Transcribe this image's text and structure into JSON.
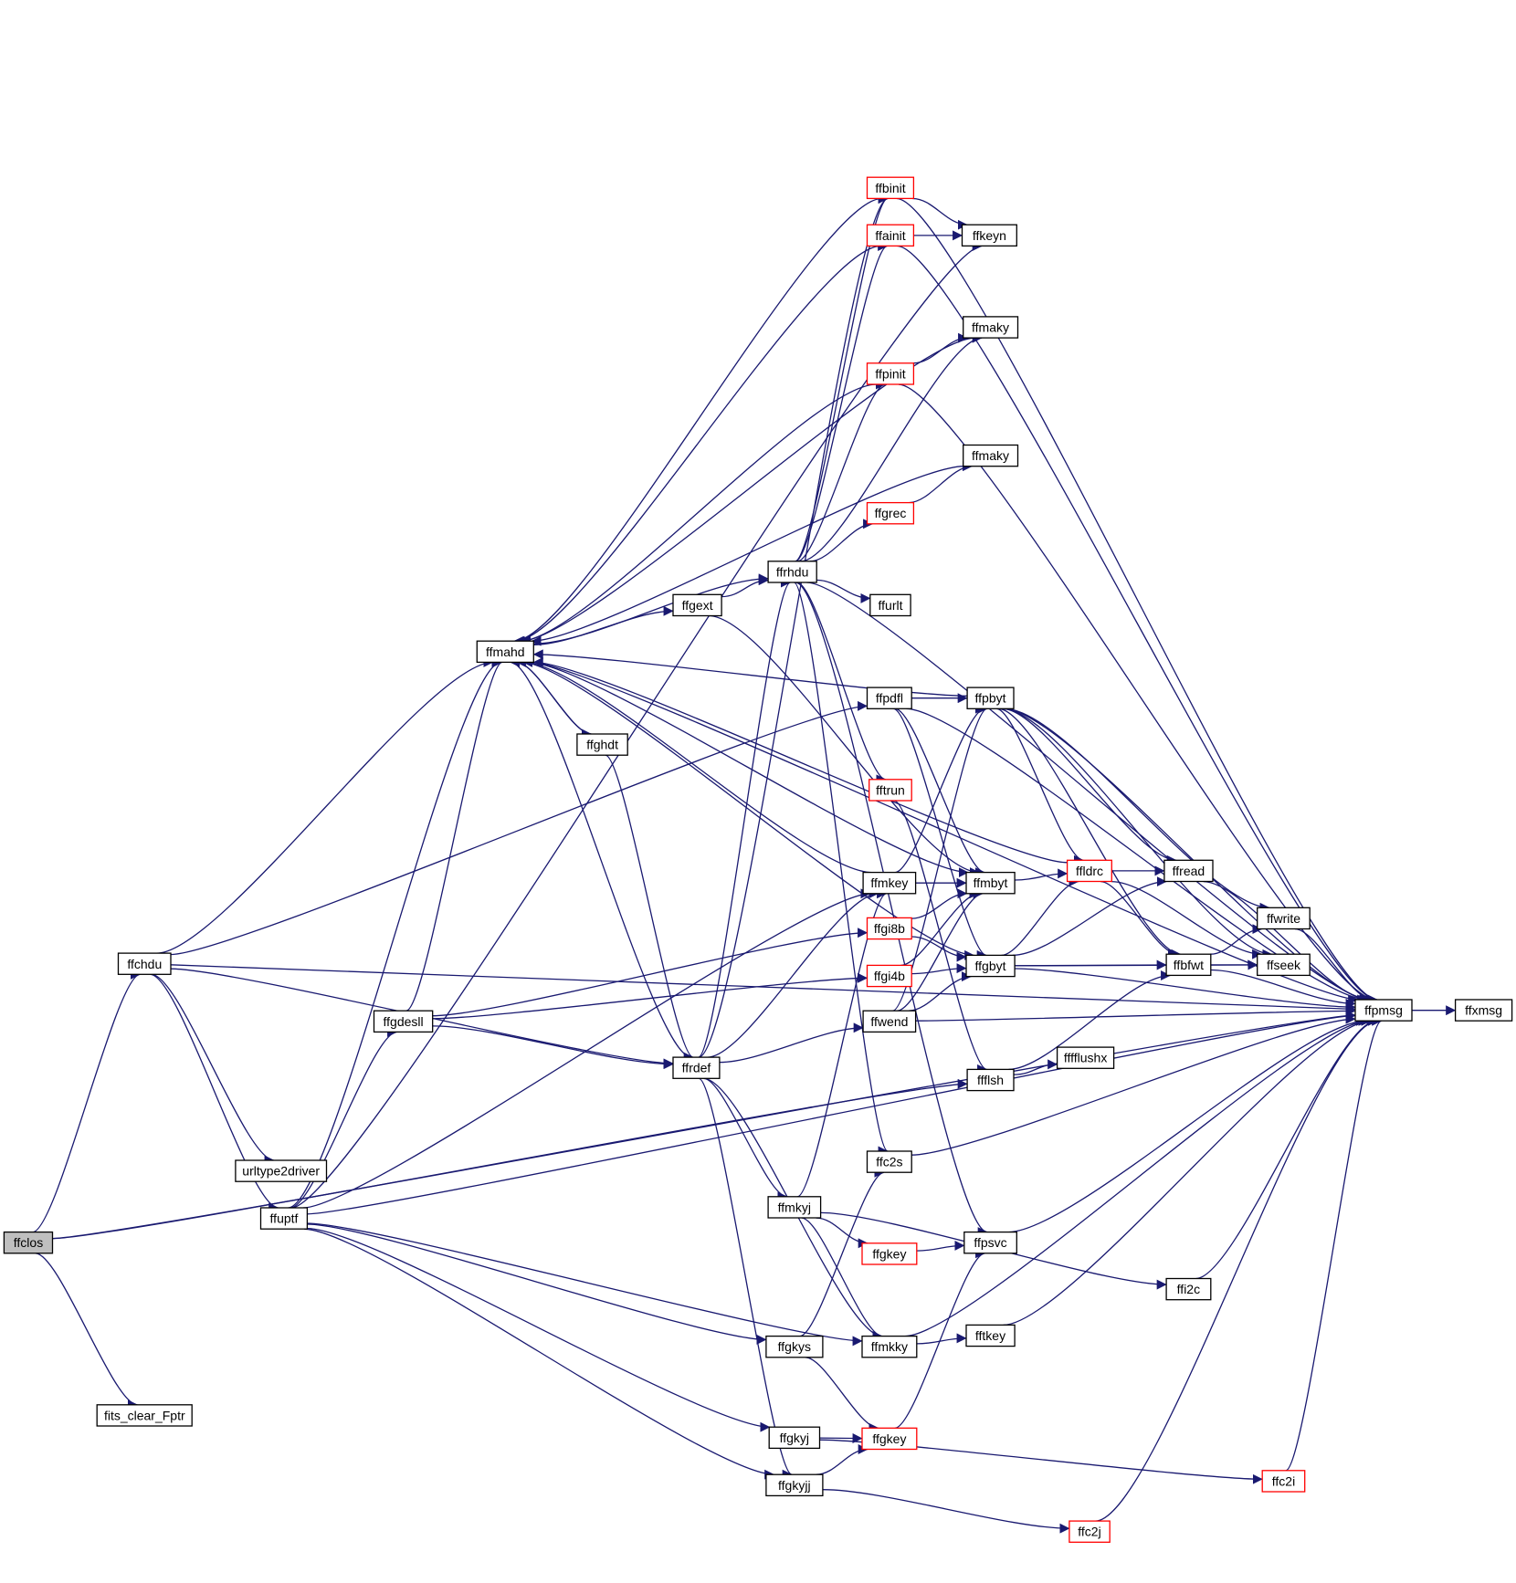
{
  "colors": {
    "edge": "#191970",
    "node_border": "#000000",
    "node_border_truncated": "#ff0000",
    "node_fill": "#ffffff",
    "root_fill": "#bfbfbf"
  },
  "graph": {
    "root": "ffclos",
    "nodes": [
      {
        "id": "ffclos",
        "label": "ffclos",
        "style": "root"
      },
      {
        "id": "ffchdu",
        "label": "ffchdu",
        "style": "normal"
      },
      {
        "id": "fits_clear_Fptr",
        "label": "fits_clear_Fptr",
        "style": "normal"
      },
      {
        "id": "ffflsh",
        "label": "ffflsh",
        "style": "normal"
      },
      {
        "id": "ffpmsg",
        "label": "ffpmsg",
        "style": "normal"
      },
      {
        "id": "ffxmsg",
        "label": "ffxmsg",
        "style": "normal"
      },
      {
        "id": "ffmahd",
        "label": "ffmahd",
        "style": "normal"
      },
      {
        "id": "urltype2driver",
        "label": "urltype2driver",
        "style": "normal"
      },
      {
        "id": "ffuptf",
        "label": "ffuptf",
        "style": "normal"
      },
      {
        "id": "ffgdesll",
        "label": "ffgdesll",
        "style": "normal"
      },
      {
        "id": "ffgext",
        "label": "ffgext",
        "style": "normal"
      },
      {
        "id": "ffghdt",
        "label": "ffghdt",
        "style": "normal"
      },
      {
        "id": "ffrdef",
        "label": "ffrdef",
        "style": "normal"
      },
      {
        "id": "ffrhdu",
        "label": "ffrhdu",
        "style": "normal"
      },
      {
        "id": "ffbinit",
        "label": "ffbinit",
        "style": "truncated"
      },
      {
        "id": "ffainit",
        "label": "ffainit",
        "style": "truncated"
      },
      {
        "id": "ffkeyn",
        "label": "ffkeyn",
        "style": "normal"
      },
      {
        "id": "ffmaky1",
        "label": "ffmaky",
        "style": "normal"
      },
      {
        "id": "ffpinit",
        "label": "ffpinit",
        "style": "truncated"
      },
      {
        "id": "ffmaky2",
        "label": "ffmaky",
        "style": "normal"
      },
      {
        "id": "ffgrec",
        "label": "ffgrec",
        "style": "truncated"
      },
      {
        "id": "ffurlt",
        "label": "ffurlt",
        "style": "normal"
      },
      {
        "id": "ffpdfl",
        "label": "ffpdfl",
        "style": "normal"
      },
      {
        "id": "ffpbyt",
        "label": "ffpbyt",
        "style": "normal"
      },
      {
        "id": "fftrun",
        "label": "fftrun",
        "style": "truncated"
      },
      {
        "id": "ffmkey",
        "label": "ffmkey",
        "style": "normal"
      },
      {
        "id": "ffmbyt",
        "label": "ffmbyt",
        "style": "normal"
      },
      {
        "id": "ffldrc",
        "label": "ffldrc",
        "style": "truncated"
      },
      {
        "id": "ffread",
        "label": "ffread",
        "style": "normal"
      },
      {
        "id": "ffwrite",
        "label": "ffwrite",
        "style": "normal"
      },
      {
        "id": "ffgi8b",
        "label": "ffgi8b",
        "style": "truncated"
      },
      {
        "id": "ffgi4b",
        "label": "ffgi4b",
        "style": "truncated"
      },
      {
        "id": "ffgbyt",
        "label": "ffgbyt",
        "style": "normal"
      },
      {
        "id": "ffbfwt",
        "label": "ffbfwt",
        "style": "normal"
      },
      {
        "id": "ffseek",
        "label": "ffseek",
        "style": "normal"
      },
      {
        "id": "ffwend",
        "label": "ffwend",
        "style": "normal"
      },
      {
        "id": "fffflushx",
        "label": "fffflushx",
        "style": "normal"
      },
      {
        "id": "ffc2s",
        "label": "ffc2s",
        "style": "normal"
      },
      {
        "id": "ffmkyj",
        "label": "ffmkyj",
        "style": "normal"
      },
      {
        "id": "ffgkey1",
        "label": "ffgkey",
        "style": "truncated"
      },
      {
        "id": "ffpsvc",
        "label": "ffpsvc",
        "style": "normal"
      },
      {
        "id": "ffi2c",
        "label": "ffi2c",
        "style": "normal"
      },
      {
        "id": "ffgkys",
        "label": "ffgkys",
        "style": "normal"
      },
      {
        "id": "ffmkky",
        "label": "ffmkky",
        "style": "normal"
      },
      {
        "id": "fftkey",
        "label": "fftkey",
        "style": "normal"
      },
      {
        "id": "ffgkyj",
        "label": "ffgkyj",
        "style": "normal"
      },
      {
        "id": "ffgkey2",
        "label": "ffgkey",
        "style": "truncated"
      },
      {
        "id": "ffgkyjj",
        "label": "ffgkyjj",
        "style": "normal"
      },
      {
        "id": "ffc2i",
        "label": "ffc2i",
        "style": "truncated"
      },
      {
        "id": "ffc2j",
        "label": "ffc2j",
        "style": "truncated"
      }
    ],
    "edges": [
      [
        "ffclos",
        "ffchdu"
      ],
      [
        "ffclos",
        "fits_clear_Fptr"
      ],
      [
        "ffclos",
        "ffflsh"
      ],
      [
        "ffclos",
        "ffpmsg"
      ],
      [
        "ffchdu",
        "ffmahd"
      ],
      [
        "ffchdu",
        "urltype2driver"
      ],
      [
        "ffchdu",
        "ffuptf"
      ],
      [
        "ffchdu",
        "ffrdef"
      ],
      [
        "ffchdu",
        "ffpdfl"
      ],
      [
        "ffchdu",
        "ffpmsg"
      ],
      [
        "ffuptf",
        "ffmahd"
      ],
      [
        "ffuptf",
        "ffgdesll"
      ],
      [
        "ffuptf",
        "ffmkey"
      ],
      [
        "ffuptf",
        "ffkeyn"
      ],
      [
        "ffuptf",
        "ffgkys"
      ],
      [
        "ffuptf",
        "ffmkky"
      ],
      [
        "ffuptf",
        "ffgkyj"
      ],
      [
        "ffuptf",
        "ffgkyjj"
      ],
      [
        "ffuptf",
        "ffpmsg"
      ],
      [
        "ffgdesll",
        "ffmahd"
      ],
      [
        "ffgdesll",
        "ffgi8b"
      ],
      [
        "ffgdesll",
        "ffgi4b"
      ],
      [
        "ffgdesll",
        "ffrdef"
      ],
      [
        "ffmahd",
        "ffgext"
      ],
      [
        "ffmahd",
        "ffghdt"
      ],
      [
        "ffmahd",
        "ffrhdu"
      ],
      [
        "ffmahd",
        "ffmbyt"
      ],
      [
        "ffmahd",
        "ffgbyt"
      ],
      [
        "ffmahd",
        "ffpmsg"
      ],
      [
        "ffgext",
        "ffrhdu"
      ],
      [
        "ffgext",
        "ffmbyt"
      ],
      [
        "ffghdt",
        "ffmahd"
      ],
      [
        "ffghdt",
        "ffrdef"
      ],
      [
        "ffrdef",
        "ffmahd"
      ],
      [
        "ffrdef",
        "ffrhdu"
      ],
      [
        "ffrdef",
        "ffbinit"
      ],
      [
        "ffrdef",
        "ffmkey"
      ],
      [
        "ffrdef",
        "ffwend"
      ],
      [
        "ffrdef",
        "ffmkyj"
      ],
      [
        "ffrdef",
        "ffmkky"
      ],
      [
        "ffrdef",
        "ffgkyjj"
      ],
      [
        "ffrhdu",
        "ffbinit"
      ],
      [
        "ffrhdu",
        "ffainit"
      ],
      [
        "ffrhdu",
        "ffmaky1"
      ],
      [
        "ffrhdu",
        "ffpinit"
      ],
      [
        "ffrhdu",
        "ffgrec"
      ],
      [
        "ffrhdu",
        "ffurlt"
      ],
      [
        "ffrhdu",
        "fftrun"
      ],
      [
        "ffrhdu",
        "ffc2s"
      ],
      [
        "ffrhdu",
        "ffpsvc"
      ],
      [
        "ffrhdu",
        "ffpmsg"
      ],
      [
        "ffbinit",
        "ffmahd"
      ],
      [
        "ffbinit",
        "ffkeyn"
      ],
      [
        "ffbinit",
        "ffpmsg"
      ],
      [
        "ffainit",
        "ffmahd"
      ],
      [
        "ffainit",
        "ffkeyn"
      ],
      [
        "ffainit",
        "ffpmsg"
      ],
      [
        "ffmaky1",
        "ffmahd"
      ],
      [
        "ffpinit",
        "ffmahd"
      ],
      [
        "ffpinit",
        "ffmaky1"
      ],
      [
        "ffpinit",
        "ffpmsg"
      ],
      [
        "ffmaky2",
        "ffmahd"
      ],
      [
        "ffgrec",
        "ffmaky2"
      ],
      [
        "ffpbyt",
        "ffmahd"
      ],
      [
        "ffpdfl",
        "ffpbyt"
      ],
      [
        "ffpdfl",
        "ffmbyt"
      ],
      [
        "ffpdfl",
        "ffgbyt"
      ],
      [
        "ffpdfl",
        "ffpmsg"
      ],
      [
        "ffpbyt",
        "ffldrc"
      ],
      [
        "ffpbyt",
        "ffread"
      ],
      [
        "ffpbyt",
        "ffbfwt"
      ],
      [
        "ffpbyt",
        "ffseek"
      ],
      [
        "ffpbyt",
        "ffwrite"
      ],
      [
        "ffpbyt",
        "ffpmsg"
      ],
      [
        "fftrun",
        "ffflsh"
      ],
      [
        "ffmkey",
        "ffmahd"
      ],
      [
        "ffmkey",
        "ffmbyt"
      ],
      [
        "ffmkey",
        "ffpbyt"
      ],
      [
        "ffmbyt",
        "ffldrc"
      ],
      [
        "ffldrc",
        "ffmahd"
      ],
      [
        "ffldrc",
        "ffread"
      ],
      [
        "ffldrc",
        "ffbfwt"
      ],
      [
        "ffldrc",
        "ffseek"
      ],
      [
        "ffread",
        "ffpmsg"
      ],
      [
        "ffwrite",
        "ffpmsg"
      ],
      [
        "ffgi8b",
        "ffmbyt"
      ],
      [
        "ffgi8b",
        "ffgbyt"
      ],
      [
        "ffgi4b",
        "ffmbyt"
      ],
      [
        "ffgi4b",
        "ffgbyt"
      ],
      [
        "ffgbyt",
        "ffldrc"
      ],
      [
        "ffgbyt",
        "ffread"
      ],
      [
        "ffgbyt",
        "ffbfwt"
      ],
      [
        "ffgbyt",
        "ffseek"
      ],
      [
        "ffgbyt",
        "ffpmsg"
      ],
      [
        "ffbfwt",
        "ffwrite"
      ],
      [
        "ffbfwt",
        "ffseek"
      ],
      [
        "ffbfwt",
        "ffpmsg"
      ],
      [
        "ffwend",
        "ffpbyt"
      ],
      [
        "ffwend",
        "ffmbyt"
      ],
      [
        "ffwend",
        "ffgbyt"
      ],
      [
        "ffwend",
        "ffpmsg"
      ],
      [
        "ffflsh",
        "fffflushx"
      ],
      [
        "ffflsh",
        "ffbfwt"
      ],
      [
        "ffc2s",
        "ffpmsg"
      ],
      [
        "ffmkyj",
        "ffmkey"
      ],
      [
        "ffmkyj",
        "ffgkey1"
      ],
      [
        "ffmkyj",
        "ffi2c"
      ],
      [
        "ffmkyj",
        "ffmkky"
      ],
      [
        "ffgkey1",
        "ffpsvc"
      ],
      [
        "ffpsvc",
        "ffpmsg"
      ],
      [
        "ffi2c",
        "ffpmsg"
      ],
      [
        "ffgkys",
        "ffc2s"
      ],
      [
        "ffgkys",
        "ffgkey2"
      ],
      [
        "ffmkky",
        "fftkey"
      ],
      [
        "ffmkky",
        "ffpmsg"
      ],
      [
        "fftkey",
        "ffpmsg"
      ],
      [
        "ffgkyj",
        "ffgkey2"
      ],
      [
        "ffgkyj",
        "ffc2i"
      ],
      [
        "ffgkey2",
        "ffpsvc"
      ],
      [
        "ffgkyjj",
        "ffgkey2"
      ],
      [
        "ffgkyjj",
        "ffc2j"
      ],
      [
        "ffc2i",
        "ffpmsg"
      ],
      [
        "ffc2j",
        "ffpmsg"
      ],
      [
        "ffpmsg",
        "ffxmsg"
      ]
    ]
  }
}
